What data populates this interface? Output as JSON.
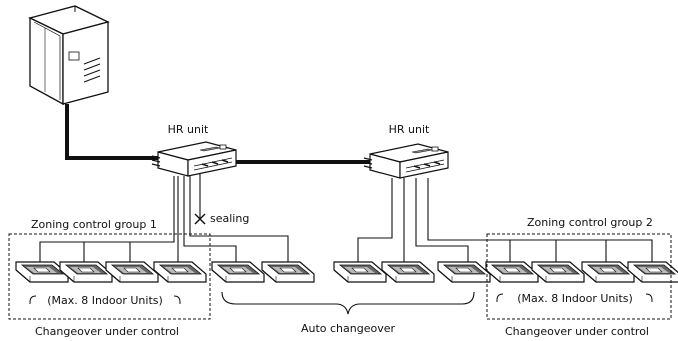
{
  "labels": {
    "hr_unit_1": "HR unit",
    "hr_unit_2": "HR unit",
    "sealing": "sealing",
    "zone_group_1": "Zoning control group 1",
    "zone_group_2": "Zoning control group 2",
    "max_units_1": "(Max. 8 Indoor Units)",
    "max_units_2": "(Max. 8 Indoor Units)",
    "changeover_left": "Changeover under control",
    "auto_changeover": "Auto changeover",
    "changeover_right": "Changeover under control"
  },
  "icons": {
    "outdoor_unit": "outdoor-unit-icon",
    "hr_unit": "hr-unit-icon",
    "indoor_unit": "cassette-indoor-unit-icon",
    "sealing_mark": "cross-mark-icon"
  },
  "colors": {
    "line": "#111111",
    "background": "#ffffff"
  }
}
